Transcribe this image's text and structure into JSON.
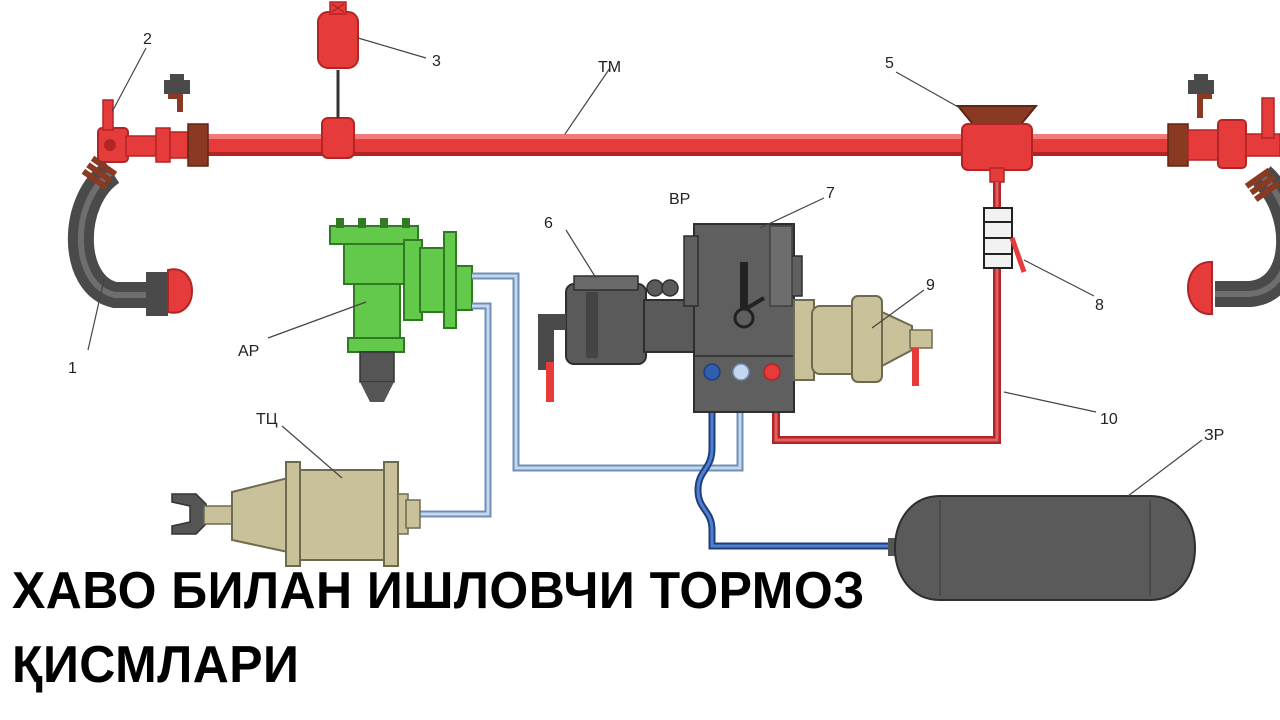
{
  "diagram": {
    "labels": {
      "l1": "1",
      "l2": "2",
      "l3": "3",
      "l5": "5",
      "l6": "6",
      "l7": "7",
      "l8": "8",
      "l9": "9",
      "l10": "10",
      "tm": "ТМ",
      "vr": "ВР",
      "ar": "АР",
      "tc": "ТЦ",
      "zr": "ЗР"
    },
    "colors": {
      "brake_line": "#e63b3b",
      "brake_line_dark": "#b32525",
      "reservoir_pipe": "#2f5fae",
      "cylinder_pipe": "#a9c0dd",
      "valve_body": "#5a5a5a",
      "auto_regulator": "#63c94a",
      "brake_cylinder": "#c9c19a",
      "hose": "#4a4a4a",
      "reservoir": "#555555",
      "cock": "#8a3a22"
    }
  },
  "caption": {
    "line1": "ХАВО БИЛАН ИШЛОВЧИ ТОРМОЗ",
    "line2": "ҚИСМЛАРИ"
  }
}
